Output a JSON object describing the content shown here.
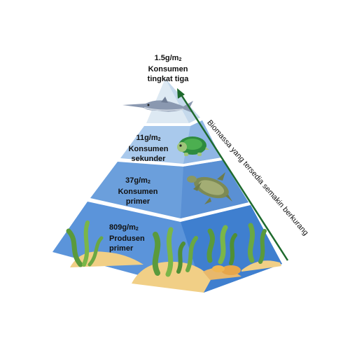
{
  "pyramid": {
    "levels": [
      {
        "value": "1.5g/m",
        "unit_sub": "2",
        "name_line1": "Konsumen",
        "name_line2": "tingkat tiga"
      },
      {
        "value": "11g/m",
        "unit_sub": "2",
        "name_line1": "Konsumen",
        "name_line2": "sekunder"
      },
      {
        "value": "37g/m",
        "unit_sub": "2",
        "name_line1": "Konsumen",
        "name_line2": "primer"
      },
      {
        "value": "809g/m",
        "unit_sub": "2",
        "name_line1": "Produsen",
        "name_line2": "primer"
      }
    ],
    "arrow_label": "Biomassa yang tersedia semakin berkurang"
  },
  "colors": {
    "level1": "#dde9f3",
    "level2": "#a9c9ec",
    "level3": "#6b9fdc",
    "level4": "#5b94da",
    "right_face": "#3f7fcf",
    "arrow": "#1e6a2d"
  },
  "icons": [
    "swordfish-icon",
    "tortoise-icon",
    "sea-turtle-icon",
    "seaweed-icon",
    "sand-mound-icon"
  ]
}
